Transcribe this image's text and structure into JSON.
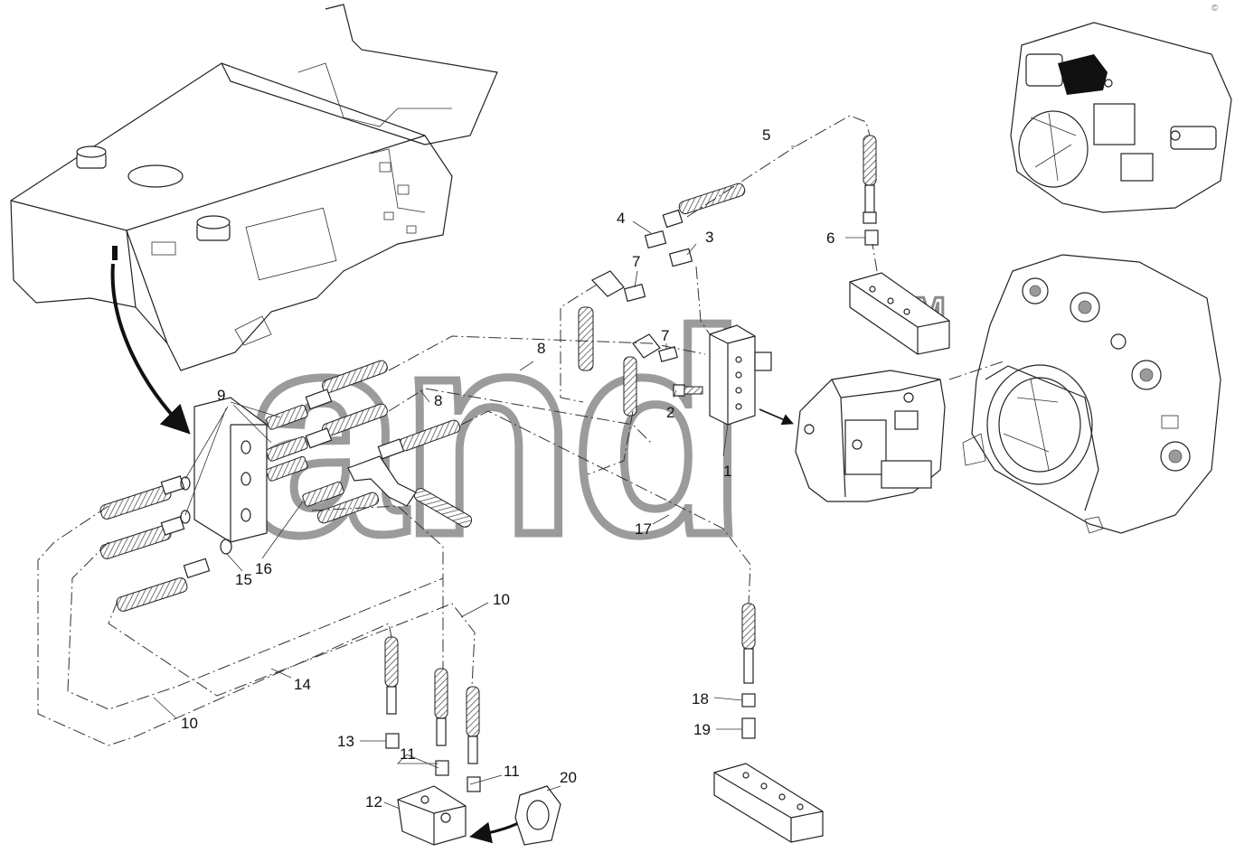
{
  "watermark": {
    "text": "and",
    "trademark": "TM"
  },
  "corner_mark": "©",
  "callouts": [
    {
      "id": "c1",
      "label": "1"
    },
    {
      "id": "c2",
      "label": "2"
    },
    {
      "id": "c3",
      "label": "3"
    },
    {
      "id": "c4",
      "label": "4"
    },
    {
      "id": "c5",
      "label": "5"
    },
    {
      "id": "c6",
      "label": "6"
    },
    {
      "id": "c7a",
      "label": "7"
    },
    {
      "id": "c7b",
      "label": "7"
    },
    {
      "id": "c8a",
      "label": "8"
    },
    {
      "id": "c8b",
      "label": "8"
    },
    {
      "id": "c9",
      "label": "9"
    },
    {
      "id": "c10a",
      "label": "10"
    },
    {
      "id": "c10b",
      "label": "10"
    },
    {
      "id": "c11a",
      "label": "11"
    },
    {
      "id": "c11b",
      "label": "11"
    },
    {
      "id": "c12",
      "label": "12"
    },
    {
      "id": "c13",
      "label": "13"
    },
    {
      "id": "c14",
      "label": "14"
    },
    {
      "id": "c15",
      "label": "15"
    },
    {
      "id": "c16",
      "label": "16"
    },
    {
      "id": "c17",
      "label": "17"
    },
    {
      "id": "c18",
      "label": "18"
    },
    {
      "id": "c19",
      "label": "19"
    },
    {
      "id": "c20",
      "label": "20"
    }
  ]
}
